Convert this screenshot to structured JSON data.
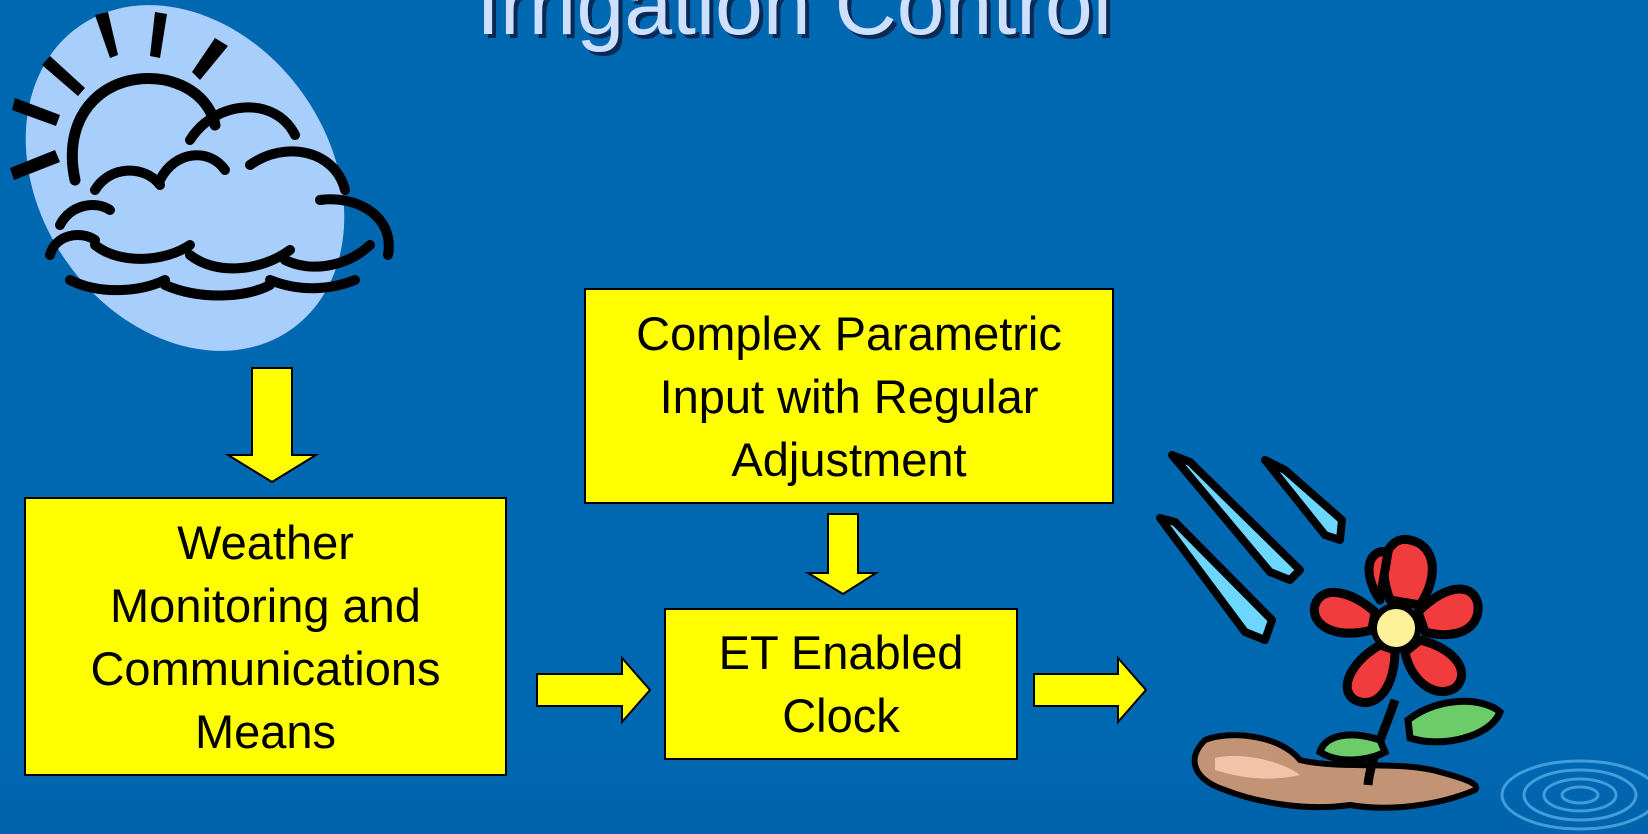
{
  "slide": {
    "title": "Irrigation Control"
  },
  "boxes": {
    "weather": "Weather\nMonitoring and\nCommunications\nMeans",
    "complex": "Complex Parametric\nInput with Regular\nAdjustment",
    "clock": "ET Enabled\nClock"
  },
  "colors": {
    "background": "#0067b1",
    "box_fill": "#ffff00",
    "arrow_fill": "#ffff00",
    "title_text": "#cfe0ff"
  },
  "icons": [
    "sun-cloud-icon",
    "rain-flower-icon",
    "water-ripple-icon"
  ]
}
